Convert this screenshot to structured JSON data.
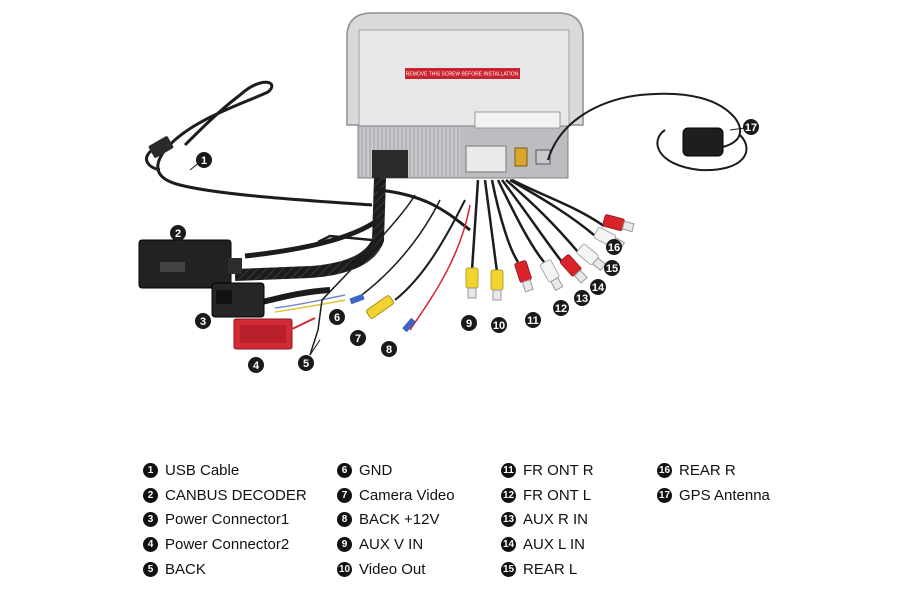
{
  "sticker_text": "REMOVE THIS SCREW BEFORE INSTALLATION",
  "callouts": [
    "1",
    "2",
    "3",
    "4",
    "5",
    "6",
    "7",
    "8",
    "9",
    "10",
    "11",
    "12",
    "13",
    "14",
    "15",
    "16",
    "17"
  ],
  "legend": [
    {
      "num": "1",
      "label": "USB Cable"
    },
    {
      "num": "2",
      "label": "CANBUS DECODER"
    },
    {
      "num": "3",
      "label": "Power Connector1"
    },
    {
      "num": "4",
      "label": "Power Connector2"
    },
    {
      "num": "5",
      "label": "BACK"
    },
    {
      "num": "6",
      "label": "GND"
    },
    {
      "num": "7",
      "label": "Camera Video"
    },
    {
      "num": "8",
      "label": "BACK +12V"
    },
    {
      "num": "9",
      "label": "AUX  V IN"
    },
    {
      "num": "10",
      "label": "Video Out"
    },
    {
      "num": "11",
      "label": "FR ONT R"
    },
    {
      "num": "12",
      "label": "FR ONT L"
    },
    {
      "num": "13",
      "label": "AUX  R IN"
    },
    {
      "num": "14",
      "label": "AUX  L IN"
    },
    {
      "num": "15",
      "label": "REAR L"
    },
    {
      "num": "16",
      "label": "REAR R"
    },
    {
      "num": "17",
      "label": "GPS Antenna"
    }
  ],
  "colors": {
    "callout": "#1a1a1a",
    "yellow": "#f2d430",
    "red": "#d8232a",
    "white": "#f4f4f4",
    "power_red": "#d42a36",
    "cable": "#1c1c1c"
  }
}
